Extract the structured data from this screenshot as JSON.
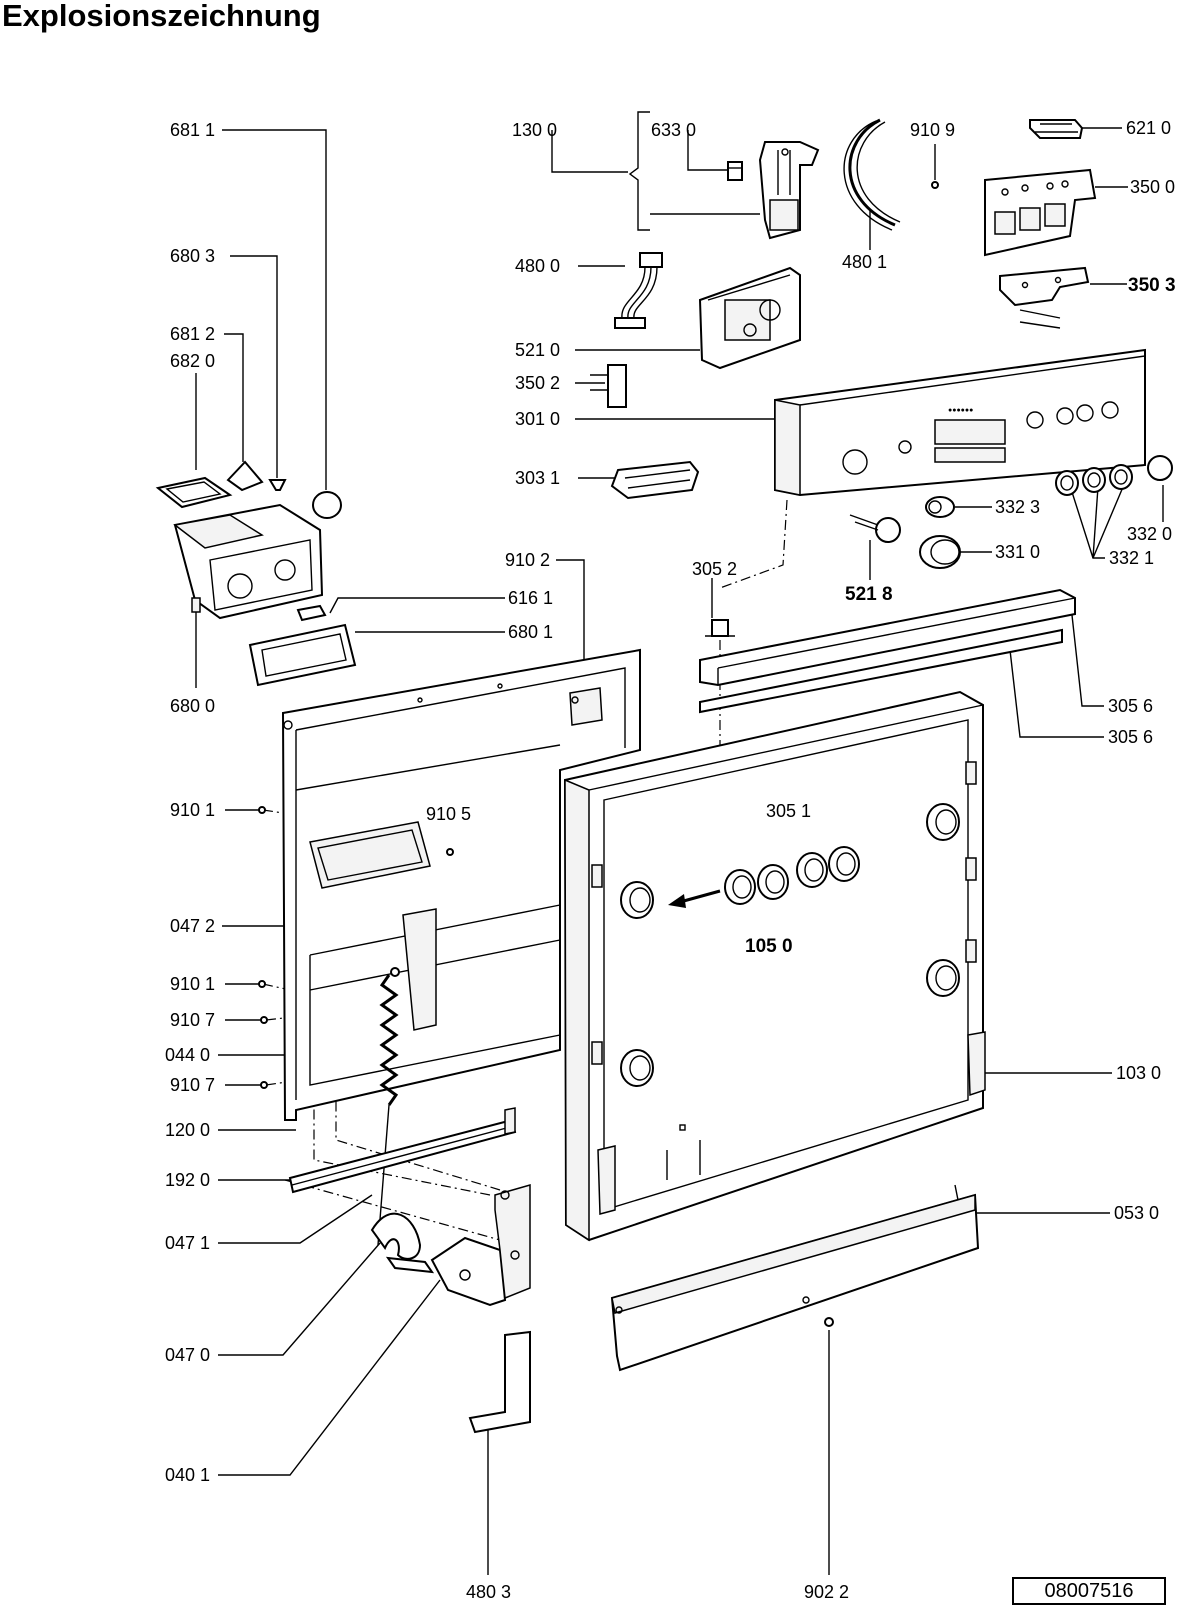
{
  "title": "Explosionszeichnung",
  "document_number": "08007516",
  "labels": {
    "l6811": "681 1",
    "l1300": "130 0",
    "l6330": "633 0",
    "l9109": "910 9",
    "l6210": "621 0",
    "l3500": "350 0",
    "l4801": "480 1",
    "l6803": "680 3",
    "l4800": "480 0",
    "l3503": "350 3",
    "l6812": "681 2",
    "l6820": "682 0",
    "l5210": "521 0",
    "l3502": "350 2",
    "l3010": "301 0",
    "l3031": "303 1",
    "l3323": "332 3",
    "l3320": "332 0",
    "l9102": "910 2",
    "l3052": "305 2",
    "l5218": "521 8",
    "l3310": "331 0",
    "l3321": "332 1",
    "l6161": "616 1",
    "l6801": "680 1",
    "l6800": "680 0",
    "l3056a": "305 6",
    "l3056b": "305 6",
    "l9101a": "910 1",
    "l9105": "910 5",
    "l3051": "305 1",
    "l0472": "047 2",
    "l1050": "105 0",
    "l9101b": "910 1",
    "l9107a": "910 7",
    "l0440": "044 0",
    "l9107b": "910 7",
    "l1030": "103 0",
    "l1200": "120 0",
    "l1920": "192 0",
    "l0471": "047 1",
    "l0530": "053 0",
    "l0470": "047 0",
    "l0401": "040 1",
    "l4803": "480 3",
    "l9022": "902 2"
  }
}
